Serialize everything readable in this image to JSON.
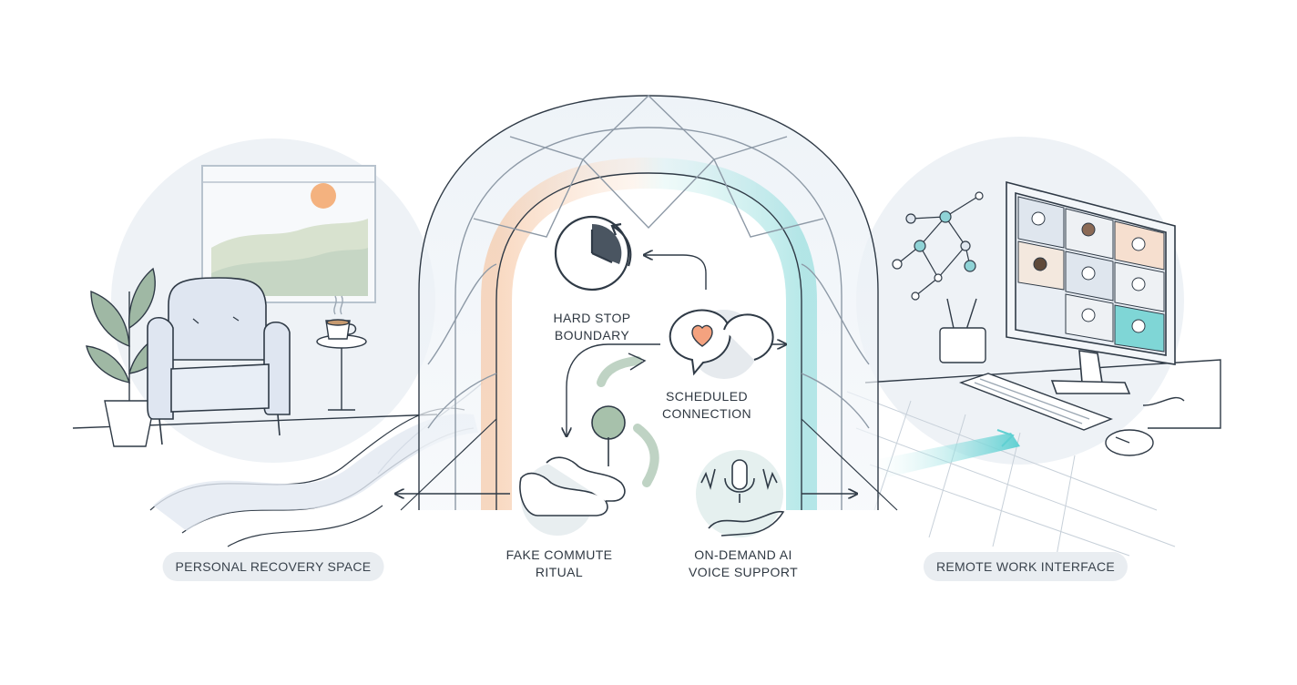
{
  "labels": {
    "hard_stop_line1": "HARD STOP",
    "hard_stop_line2": "BOUNDARY",
    "scheduled_line1": "SCHEDULED",
    "scheduled_line2": "CONNECTION",
    "commute_line1": "FAKE COMMUTE",
    "commute_line2": "RITUAL",
    "voice_line1": "ON-DEMAND AI",
    "voice_line2": "VOICE SUPPORT"
  },
  "zones": {
    "left": "PERSONAL RECOVERY SPACE",
    "right": "REMOTE WORK INTERFACE"
  },
  "icons": [
    "clock-icon",
    "chat-heart-icon",
    "tree-icon",
    "sneakers-icon",
    "microphone-hand-icon",
    "armchair-icon",
    "plant-icon",
    "coffee-cup-icon",
    "monitor-icon",
    "network-icon",
    "keyboard-icon",
    "mouse-icon",
    "pencil-cup-icon"
  ],
  "colors": {
    "line": "#2f3a46",
    "warm_accent": "#f2b48a",
    "cool_accent": "#7fd6d6",
    "soft_blue": "#dfe8f2",
    "sun": "#f4b27f",
    "leaf": "#9fb8a4",
    "teal_highlight": "#5fd0d2"
  }
}
